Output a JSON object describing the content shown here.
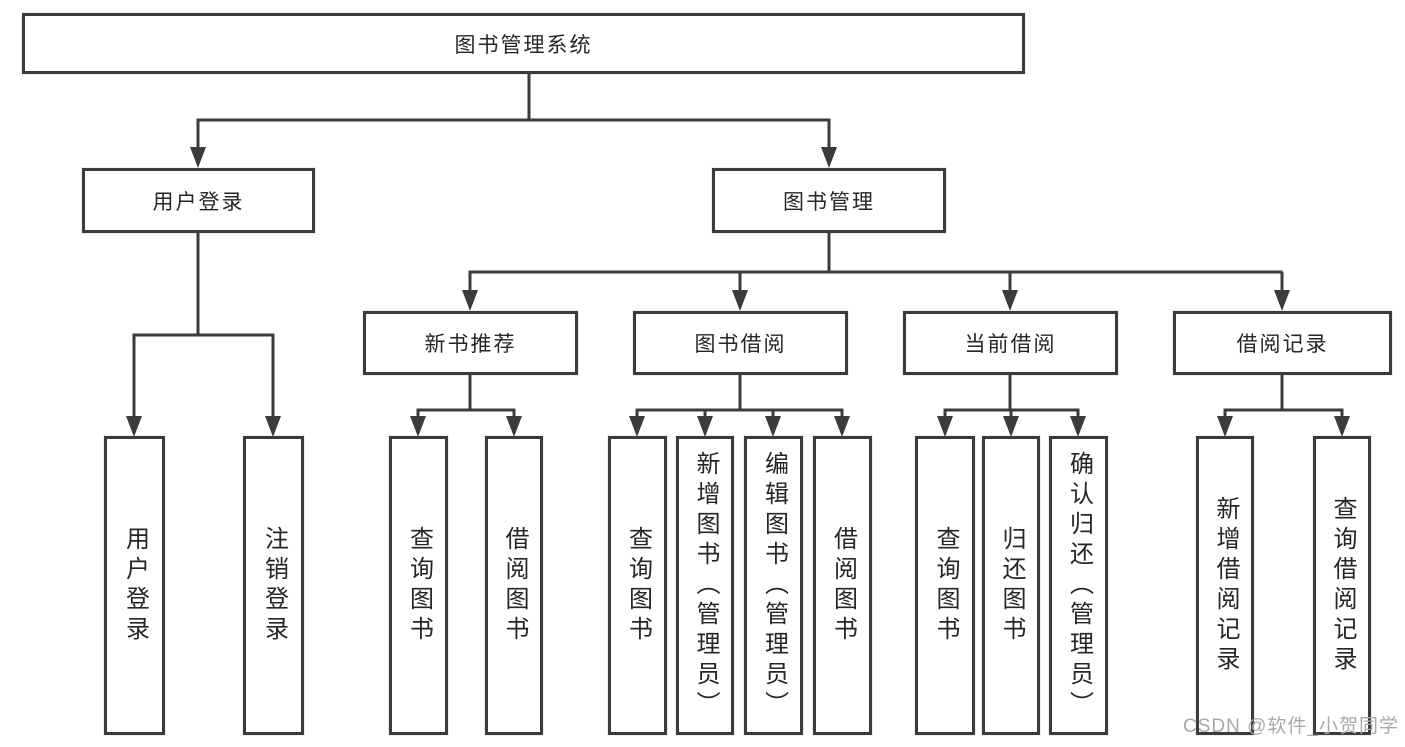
{
  "diagram": {
    "title": "图书管理系统",
    "branches": [
      {
        "label": "用户登录",
        "children": [
          {
            "label": "用户登录"
          },
          {
            "label": "注销登录"
          }
        ]
      },
      {
        "label": "图书管理",
        "children": [
          {
            "label": "新书推荐",
            "children": [
              {
                "label": "查询图书"
              },
              {
                "label": "借阅图书"
              }
            ]
          },
          {
            "label": "图书借阅",
            "children": [
              {
                "label": "查询图书"
              },
              {
                "label": "新增图书（管理员）"
              },
              {
                "label": "编辑图书（管理员）"
              },
              {
                "label": "借阅图书"
              }
            ]
          },
          {
            "label": "当前借阅",
            "children": [
              {
                "label": "查询图书"
              },
              {
                "label": "归还图书"
              },
              {
                "label": "确认归还（管理员）"
              }
            ]
          },
          {
            "label": "借阅记录",
            "children": [
              {
                "label": "新增借阅记录"
              },
              {
                "label": "查询借阅记录"
              }
            ]
          }
        ]
      }
    ]
  },
  "watermark": {
    "text": "CSDN @软件_小贺同学"
  },
  "colors": {
    "line": "#3b3b3b",
    "text": "#262626",
    "watermark": "#a9a9a9",
    "background": "#ffffff"
  }
}
